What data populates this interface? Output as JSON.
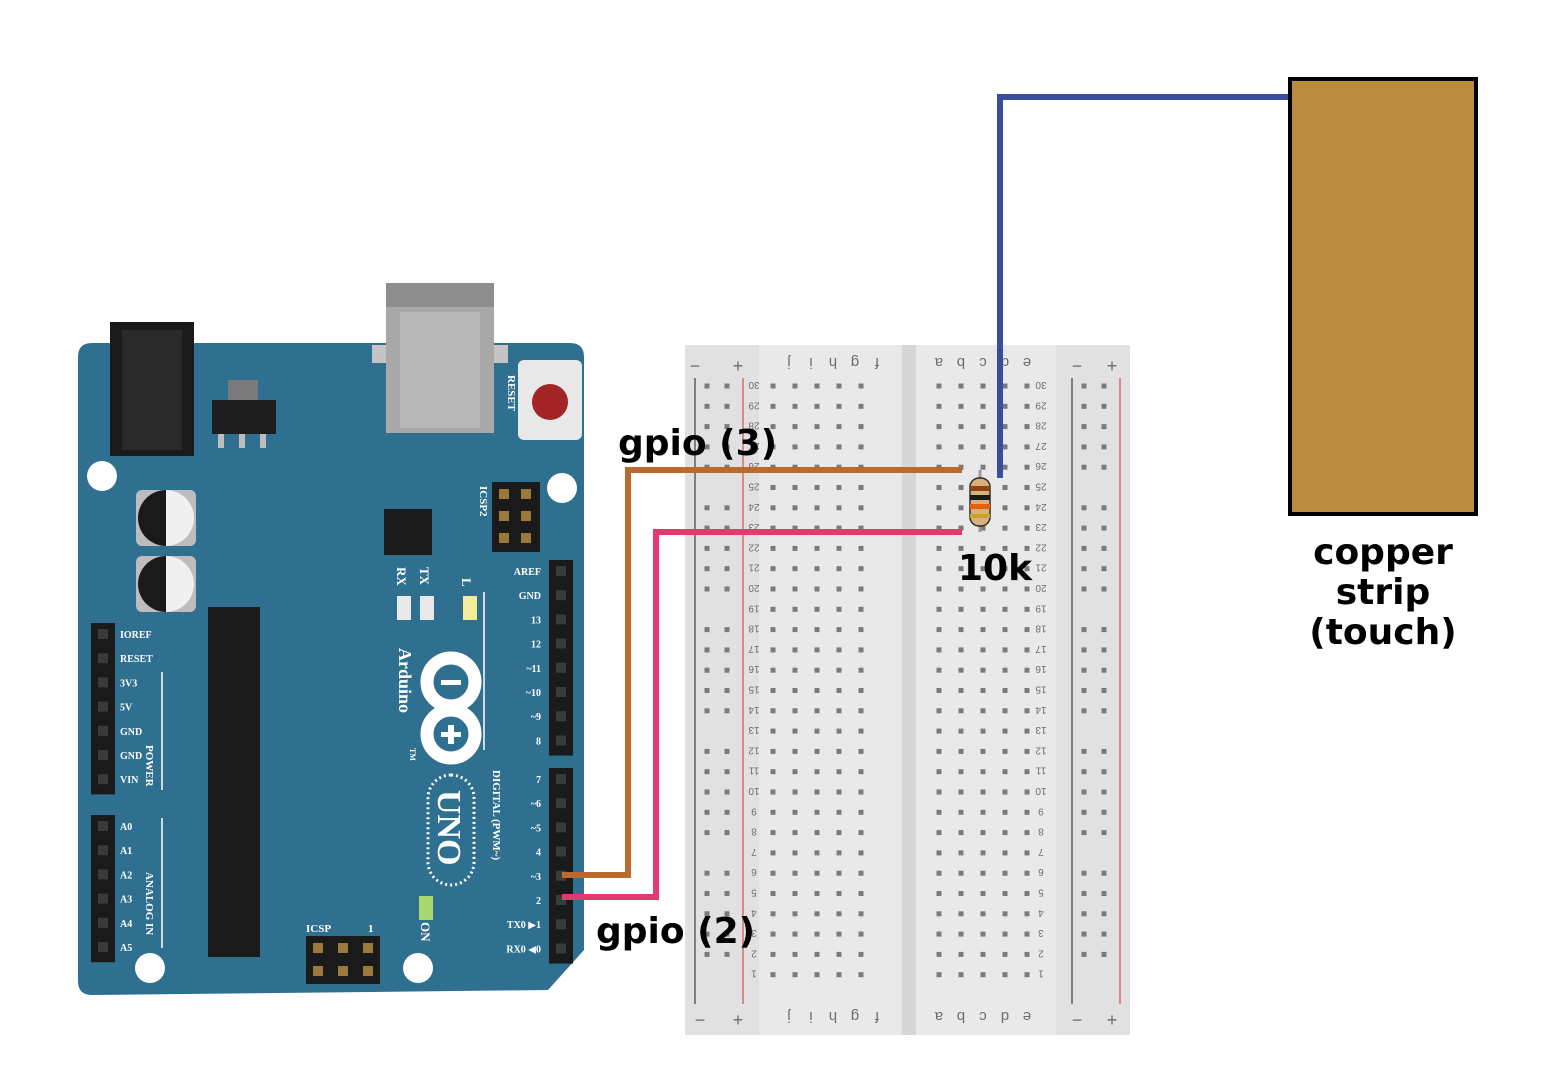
{
  "labels": {
    "gpio3": "gpio (3)",
    "gpio2": "gpio (2)",
    "resistor": "10k",
    "copper_line1": "copper",
    "copper_line2": "strip",
    "copper_line3": "(touch)"
  },
  "arduino": {
    "brand": "Arduino",
    "model": "UNO",
    "tm": "TM",
    "reset_label": "RESET",
    "icsp2_label": "ICSP2",
    "icsp_label": "ICSP",
    "icsp_pin1": "1",
    "rx_label": "RX",
    "tx_label": "TX",
    "l_label": "L",
    "on_label": "ON",
    "power_label": "POWER",
    "analog_label": "ANALOG IN",
    "digital_label": "DIGITAL (PWM~)",
    "power_pins": [
      "IOREF",
      "RESET",
      "3V3",
      "5V",
      "GND",
      "GND",
      "VIN"
    ],
    "analog_pins": [
      "A0",
      "A1",
      "A2",
      "A3",
      "A4",
      "A5"
    ],
    "digital_top": [
      "AREF",
      "GND",
      "13",
      "12",
      "~11",
      "~10",
      "~9",
      "8"
    ],
    "digital_bottom": [
      "7",
      "~6",
      "~5",
      "4",
      "~3",
      "2",
      "TX0 ▶1",
      "RX0 ◀0"
    ],
    "board_color": "#2f6f8f"
  },
  "breadboard": {
    "columns_left": [
      "f",
      "g",
      "h",
      "i",
      "j"
    ],
    "columns_right": [
      "a",
      "b",
      "c",
      "d",
      "e"
    ],
    "rail_minus": "−",
    "rail_plus": "+",
    "rows": 30
  },
  "colors": {
    "wire_gpio3": "#b96a2e",
    "wire_gpio2": "#e13a6e",
    "wire_touch": "#3a4ea0",
    "copper": "#bb8b3f"
  }
}
